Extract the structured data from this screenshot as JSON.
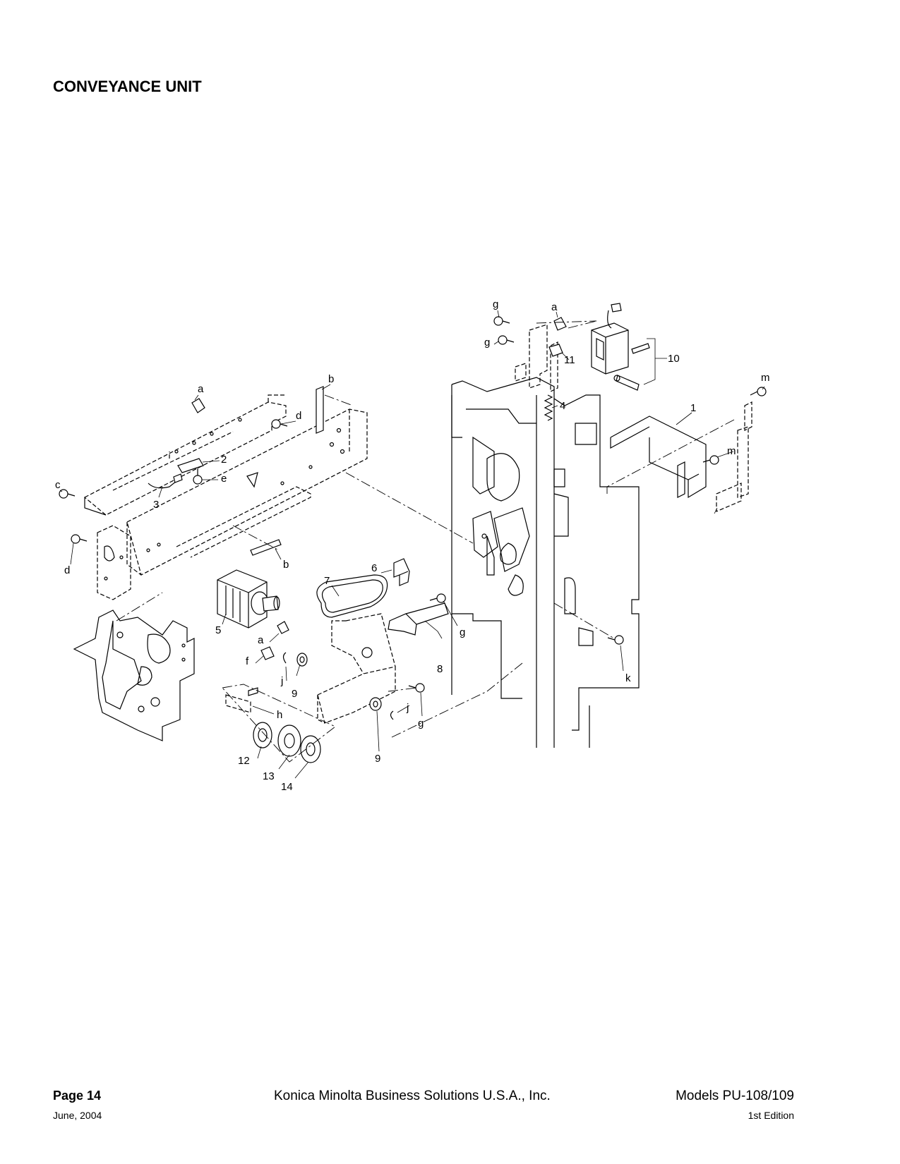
{
  "page": {
    "title": "CONVEYANCE UNIT"
  },
  "callouts": {
    "a1": "a",
    "a2": "a",
    "a3": "a",
    "b1": "b",
    "b2": "b",
    "c1": "c",
    "d1": "d",
    "d2": "d",
    "e1": "e",
    "f1": "f",
    "g1": "g",
    "g2": "g",
    "g3": "g",
    "g4": "g",
    "h1": "h",
    "j1": "j",
    "j2": "j",
    "k1": "k",
    "m1": "m",
    "m2": "m",
    "n1": "1",
    "n2": "2",
    "n3": "3",
    "n4": "4",
    "n5": "5",
    "n6": "6",
    "n7": "7",
    "n8": "8",
    "n9a": "9",
    "n9b": "9",
    "n10": "10",
    "n11": "11",
    "n12": "12",
    "n13": "13",
    "n14": "14"
  },
  "footer": {
    "page_label": "Page 14",
    "date": "June, 2004",
    "company": "Konica Minolta Business Solutions U.S.A., Inc.",
    "models": "Models PU-108/109",
    "edition": "1st Edition"
  }
}
